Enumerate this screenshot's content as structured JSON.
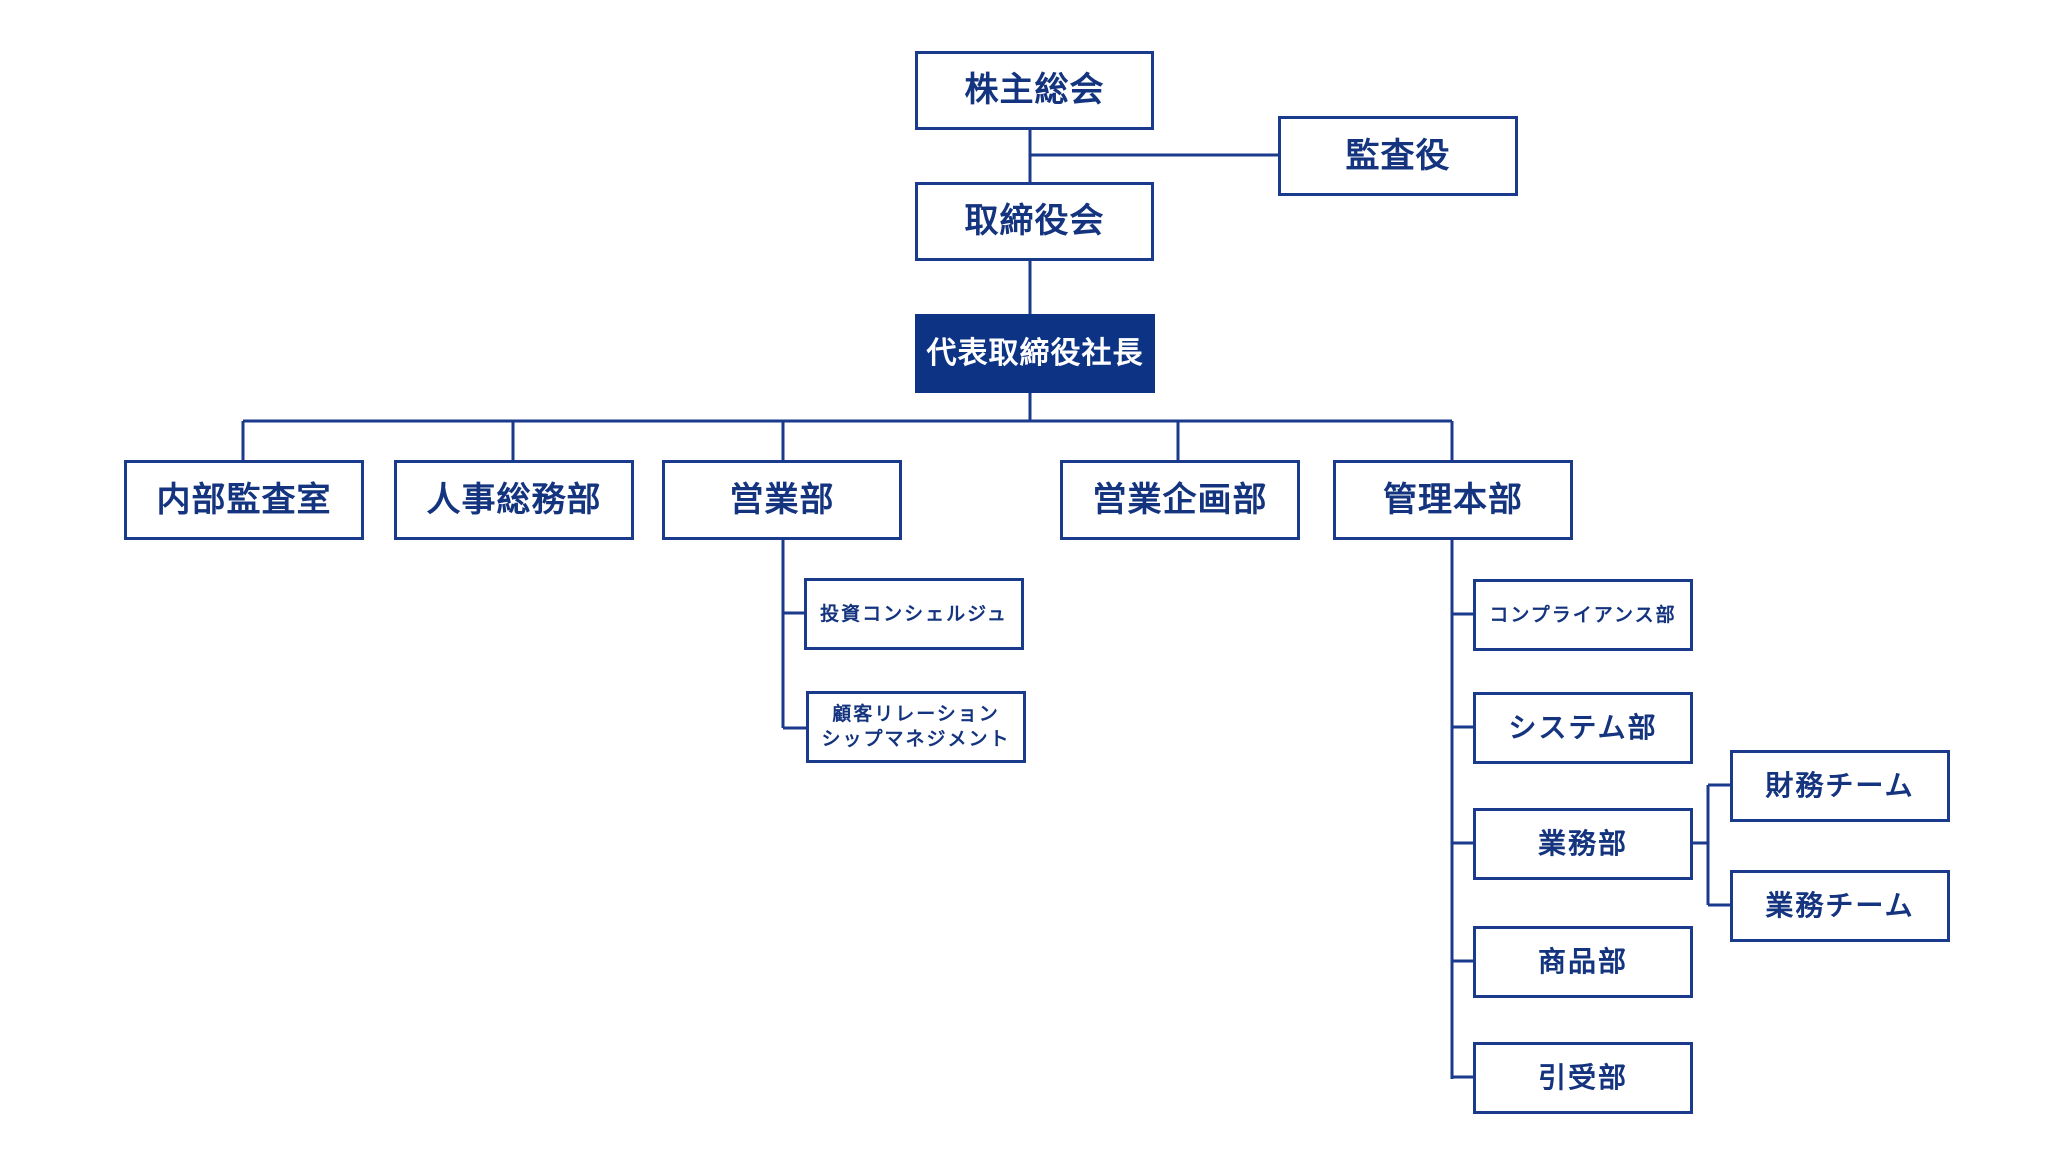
{
  "org_chart": {
    "shareholders_meeting": "株主総会",
    "auditor": "監査役",
    "board_of_directors": "取締役会",
    "president": "代表取締役社長",
    "departments": {
      "internal_audit": "内部監査室",
      "hr_general_affairs": "人事総務部",
      "sales": "営業部",
      "sales_planning": "営業企画部",
      "administration": "管理本部"
    },
    "sales_units": {
      "investment_concierge": "投資コンシェルジュ",
      "crm_line1": "顧客リレーション",
      "crm_line2": "シップマネジメント"
    },
    "admin_units": {
      "compliance": "コンプライアンス部",
      "systems": "システム部",
      "operations": "業務部",
      "products": "商品部",
      "underwriting": "引受部"
    },
    "operations_teams": {
      "finance": "財務チーム",
      "operations": "業務チーム"
    }
  },
  "colors": {
    "line": "#1a3a8c",
    "text": "#14347f",
    "highlight_fill": "#0d3384"
  }
}
